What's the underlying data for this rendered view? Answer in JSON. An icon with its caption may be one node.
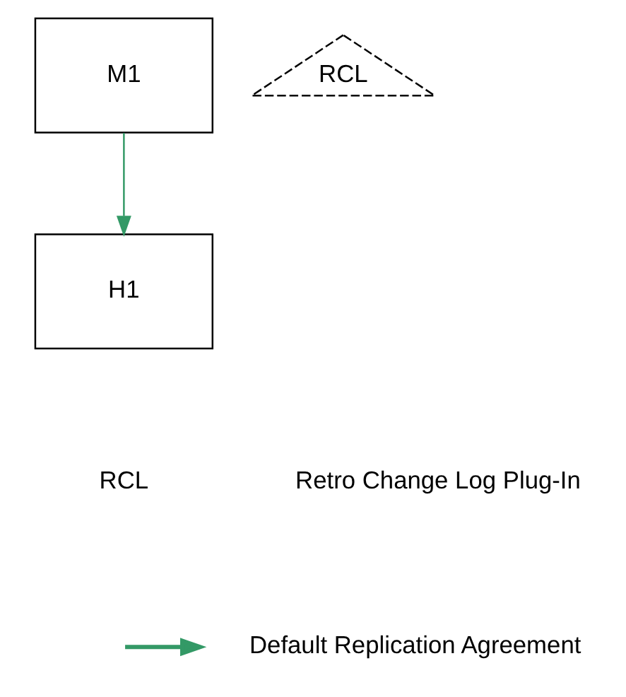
{
  "diagram": {
    "nodes": [
      {
        "text": [
          "M1"
        ]
      },
      {
        "text": [
          "RCL"
        ]
      },
      {
        "text": [
          "H1"
        ]
      }
    ],
    "edges": [
      {
        "from": 0,
        "to": 2,
        "arrow": "to",
        "color": "#339966"
      }
    ],
    "labels": [
      "RCL"
    ],
    "legend": [
      {
        "text": "Retro Change Log Plug-In"
      },
      {
        "text": "Default Replication Agreement"
      }
    ]
  }
}
